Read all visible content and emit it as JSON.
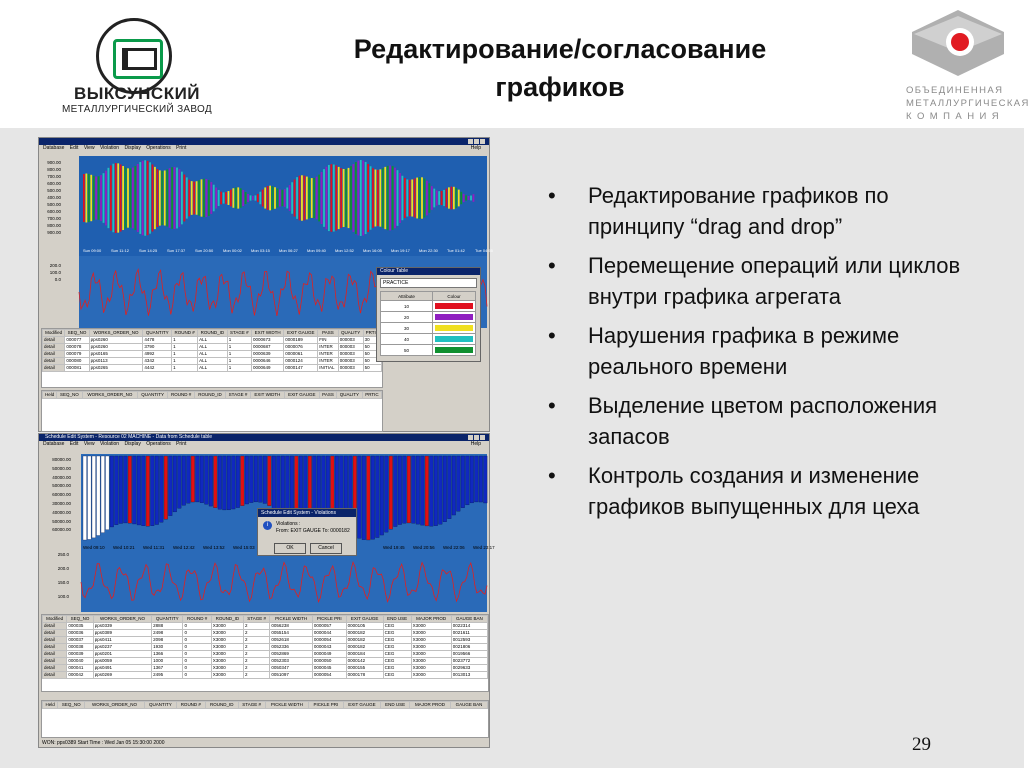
{
  "slide": {
    "title_line1": "Редактирование/согласование",
    "title_line2": "графиков",
    "page_number": "29"
  },
  "logo_left": {
    "name": "ВЫКСУНСКИЙ",
    "subtitle": "МЕТАЛЛУРГИЧЕСКИЙ ЗАВОД"
  },
  "logo_right": {
    "line1": "ОБЪЕДИНЕННАЯ",
    "line2": "МЕТАЛЛУРГИЧЕСКАЯ",
    "line3": "К О М П А Н И Я",
    "colors": {
      "red": "#e11b22",
      "gray": "#9a9a9a"
    }
  },
  "bullets": [
    "Редактирование графиков по принципу “drag and drop”",
    "Перемещение операций или циклов внутри графика агрегата",
    "Нарушения графика в режиме реального времени",
    "Выделение цветом расположения запасов",
    "Контроль создания и изменение графиков выпущенных для цеха"
  ],
  "screenshot_top": {
    "menu": [
      "Database",
      "Edit",
      "View",
      "Violation",
      "Display",
      "Operations",
      "Print"
    ],
    "help": "Help",
    "y_axis": [
      "900.00",
      "800.00",
      "700.00",
      "600.00",
      "500.00",
      "400.00",
      "500.00",
      "600.00",
      "700.00",
      "800.00",
      "900.00"
    ],
    "line_axis": [
      "200.0",
      "100.0",
      "0.0"
    ],
    "time_axis": [
      "Sun 09:00",
      "Sun 11:12",
      "Sun 14:25",
      "Sun 17:37",
      "Sun 20:50",
      "Mon 00:02",
      "Mon 03:15",
      "Mon 06:27",
      "Mon 09:40",
      "Mon 12:52",
      "Mon 16:05",
      "Mon 19:17",
      "Mon 22:30",
      "Tue 01:42",
      "Tue 04:55"
    ],
    "table_headers": [
      "Modified",
      "SEQ_NO",
      "WORKS_ORDER_NO",
      "QUANTITY",
      "ROUND #",
      "ROUND_ID",
      "STAGE #",
      "EXIT WIDTH",
      "EXIT GAUGE",
      "PASS",
      "QUALITY",
      "PRTIC"
    ],
    "rows": [
      [
        "detail",
        "000077",
        "pps0260",
        "4478",
        "1",
        "ALL",
        "1",
        "0000673",
        "0000189",
        "FIN",
        "000003",
        "30"
      ],
      [
        "detail",
        "000078",
        "pps0260",
        "3790",
        "1",
        "ALL",
        "1",
        "0000687",
        "0000076",
        "INTER",
        "000003",
        "50"
      ],
      [
        "detail",
        "000079",
        "pps0165",
        "4992",
        "1",
        "ALL",
        "1",
        "0000639",
        "0000061",
        "INTER",
        "000003",
        "50"
      ],
      [
        "detail",
        "000080",
        "pps0113",
        "4342",
        "1",
        "ALL",
        "1",
        "0000646",
        "0000124",
        "INTER",
        "000003",
        "50"
      ],
      [
        "detail",
        "000081",
        "pps0265",
        "4442",
        "1",
        "ALL",
        "1",
        "0000649",
        "0000147",
        "INITIAL",
        "000003",
        "50"
      ]
    ],
    "held_headers": [
      "Held",
      "SEQ_NO",
      "WORKS_ORDER_NO",
      "QUANTITY",
      "ROUND #",
      "ROUND_ID",
      "STAGE #",
      "EXIT WIDTH",
      "EXIT GAUGE",
      "PASS",
      "QUALITY",
      "PRTIC"
    ]
  },
  "colour_table": {
    "title": "Colour Table",
    "select_value": "PRACTICE",
    "headers": [
      "Attribute",
      "Colour"
    ],
    "rows": [
      {
        "attr": "10",
        "color": "#e01020"
      },
      {
        "attr": "20",
        "color": "#9020c0"
      },
      {
        "attr": "30",
        "color": "#f0e020"
      },
      {
        "attr": "40",
        "color": "#20c0c0"
      },
      {
        "attr": "50",
        "color": "#109030"
      }
    ]
  },
  "screenshot_bottom": {
    "window_title": "Schedule Edit System - Resource 02 MACHINE - Data from Schedule table",
    "menu": [
      "Database",
      "Edit",
      "View",
      "Violation",
      "Display",
      "Operations",
      "Print"
    ],
    "help": "Help",
    "y_axis": [
      "80000.00",
      "50000.00",
      "40000.00",
      "50000.00",
      "60000.00",
      "30000.00",
      "40000.00",
      "50000.00",
      "60000.00"
    ],
    "line_axis": [
      "250.0",
      "200.0",
      "150.0",
      "100.0"
    ],
    "time_axis": [
      "Wed 09:10",
      "Wed 10:21",
      "Wed 11:31",
      "Wed 12:42",
      "Wed 13:52",
      "Wed 15:03",
      "",
      "",
      "",
      "",
      "Wed 19:45",
      "Wed 20:56",
      "Wed 22:06",
      "Wed 23:17"
    ],
    "dialog": {
      "title": "Schedule Edit System - Violations",
      "text1": "Violations :",
      "text2": "From: EXIT GAUGE To: 0000182",
      "ok": "OK",
      "cancel": "Cancel"
    },
    "table_headers": [
      "Modified",
      "SEQ_NO",
      "WORKS_ORDER_NO",
      "QUANTITY",
      "ROUND #",
      "ROUND_ID",
      "STAGE #",
      "PICKLE WIDTH",
      "PICKLE PRI",
      "EXIT GAUGE",
      "END USE",
      "MAJOR PROD",
      "GAUGE BAN"
    ],
    "rows": [
      [
        "detail",
        "000035",
        "pps0339",
        "2888",
        "0",
        "X3000",
        "2",
        "0056238",
        "0000057",
        "0000105",
        "CEG",
        "X3000",
        "0022314"
      ],
      [
        "detail",
        "000036",
        "pps0389",
        "2498",
        "0",
        "X3000",
        "2",
        "0055154",
        "0000044",
        "0000182",
        "CEG",
        "X3000",
        "0021611"
      ],
      [
        "detail",
        "000037",
        "pps0411",
        "2098",
        "0",
        "X3000",
        "2",
        "0052618",
        "0000054",
        "0000182",
        "CEG",
        "X3000",
        "0012593"
      ],
      [
        "detail",
        "000038",
        "pps0237",
        "1930",
        "0",
        "X3000",
        "2",
        "0052336",
        "0000043",
        "0000182",
        "CEG",
        "X3000",
        "0021806"
      ],
      [
        "detail",
        "000039",
        "pps0201",
        "1366",
        "0",
        "X3000",
        "2",
        "0052869",
        "0000049",
        "0000184",
        "CEG",
        "X3000",
        "0019566"
      ],
      [
        "detail",
        "000040",
        "pps0059",
        "1000",
        "0",
        "X3000",
        "2",
        "0052303",
        "0000050",
        "0000142",
        "CEG",
        "X3000",
        "0023772"
      ],
      [
        "detail",
        "000041",
        "pps0491",
        "1367",
        "0",
        "X3000",
        "2",
        "0050347",
        "0000045",
        "0000155",
        "CEG",
        "X3000",
        "0029633"
      ],
      [
        "detail",
        "000042",
        "pps0269",
        "2495",
        "0",
        "X3000",
        "2",
        "0051097",
        "0000054",
        "0000178",
        "CEG",
        "X3000",
        "0013013"
      ]
    ],
    "held_headers": [
      "Held",
      "SEQ_NO",
      "WORKS_ORDER_NO",
      "QUANTITY",
      "ROUND #",
      "ROUND_ID",
      "STAGE #",
      "PICKLE WIDTH",
      "PICKLE PRI",
      "EXIT GAUGE",
      "END USE",
      "MAJOR PROD",
      "GAUGE BAN"
    ],
    "status": "WON: pps0389 Start Time : Wed Jan 05 15:30:00 2000"
  }
}
